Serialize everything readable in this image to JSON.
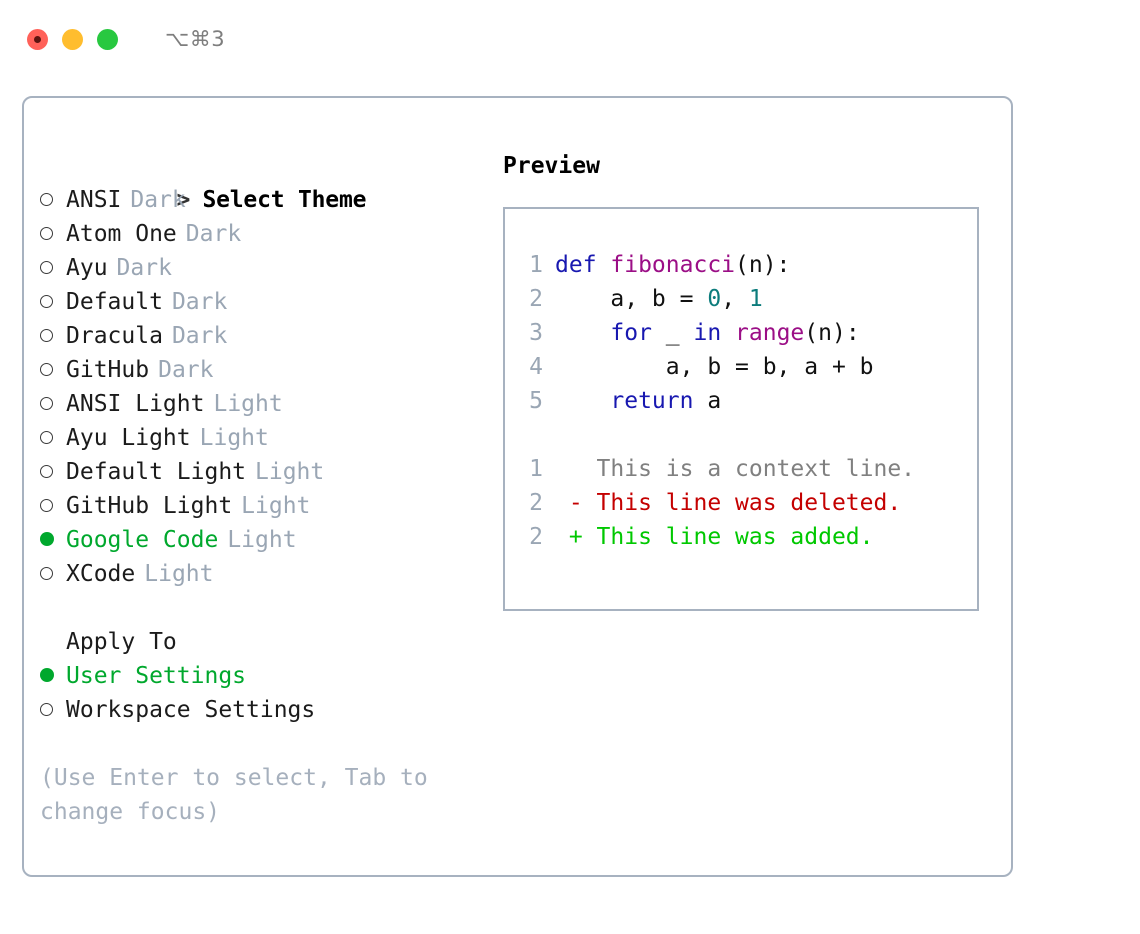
{
  "window": {
    "title": "⌥⌘3",
    "traffic_lights": [
      "close",
      "minimize",
      "maximize"
    ],
    "accent_selected": "#00a82d",
    "border_color": "#a7b2c0",
    "muted_color": "#9aa6b4"
  },
  "theme_picker": {
    "heading_prefix": "> ",
    "heading": "Select Theme",
    "marker_unselected": "○",
    "marker_selected": "●",
    "items": [
      {
        "name": "ANSI",
        "mode": "Dark",
        "selected": false
      },
      {
        "name": "Atom One",
        "mode": "Dark",
        "selected": false
      },
      {
        "name": "Ayu",
        "mode": "Dark",
        "selected": false
      },
      {
        "name": "Default",
        "mode": "Dark",
        "selected": false
      },
      {
        "name": "Dracula",
        "mode": "Dark",
        "selected": false
      },
      {
        "name": "GitHub",
        "mode": "Dark",
        "selected": false
      },
      {
        "name": "ANSI Light",
        "mode": "Light",
        "selected": false
      },
      {
        "name": "Ayu Light",
        "mode": "Light",
        "selected": false
      },
      {
        "name": "Default Light",
        "mode": "Light",
        "selected": false
      },
      {
        "name": "GitHub Light",
        "mode": "Light",
        "selected": false
      },
      {
        "name": "Google Code",
        "mode": "Light",
        "selected": true
      },
      {
        "name": "XCode",
        "mode": "Light",
        "selected": false
      }
    ]
  },
  "apply_to": {
    "heading": "Apply To",
    "options": [
      {
        "label": "User Settings",
        "selected": true
      },
      {
        "label": "Workspace Settings",
        "selected": false
      }
    ]
  },
  "hint": "(Use Enter to select, Tab to change focus)",
  "preview": {
    "label": "Preview",
    "code_lines": [
      {
        "no": "1",
        "tokens": [
          {
            "t": "def ",
            "c": "kw"
          },
          {
            "t": "fibonacci",
            "c": "fn"
          },
          {
            "t": "(n):",
            "c": "txt"
          }
        ]
      },
      {
        "no": "2",
        "tokens": [
          {
            "t": "    a, b = ",
            "c": "txt"
          },
          {
            "t": "0",
            "c": "num"
          },
          {
            "t": ", ",
            "c": "txt"
          },
          {
            "t": "1",
            "c": "num"
          }
        ]
      },
      {
        "no": "3",
        "tokens": [
          {
            "t": "    for ",
            "c": "kw"
          },
          {
            "t": "_ ",
            "c": "txt"
          },
          {
            "t": "in ",
            "c": "kw"
          },
          {
            "t": "range",
            "c": "fn"
          },
          {
            "t": "(n):",
            "c": "txt"
          }
        ]
      },
      {
        "no": "4",
        "tokens": [
          {
            "t": "        a, b = b, a + b",
            "c": "txt"
          }
        ]
      },
      {
        "no": "5",
        "tokens": [
          {
            "t": "    return ",
            "c": "kw"
          },
          {
            "t": "a",
            "c": "txt"
          }
        ]
      }
    ],
    "diff_lines": [
      {
        "no": "1",
        "sign": " ",
        "text": " This is a context line.",
        "kind": "ctx"
      },
      {
        "no": "2",
        "sign": "-",
        "text": " This line was deleted.",
        "kind": "del"
      },
      {
        "no": "2",
        "sign": "+",
        "text": " This line was added.",
        "kind": "add"
      }
    ]
  }
}
